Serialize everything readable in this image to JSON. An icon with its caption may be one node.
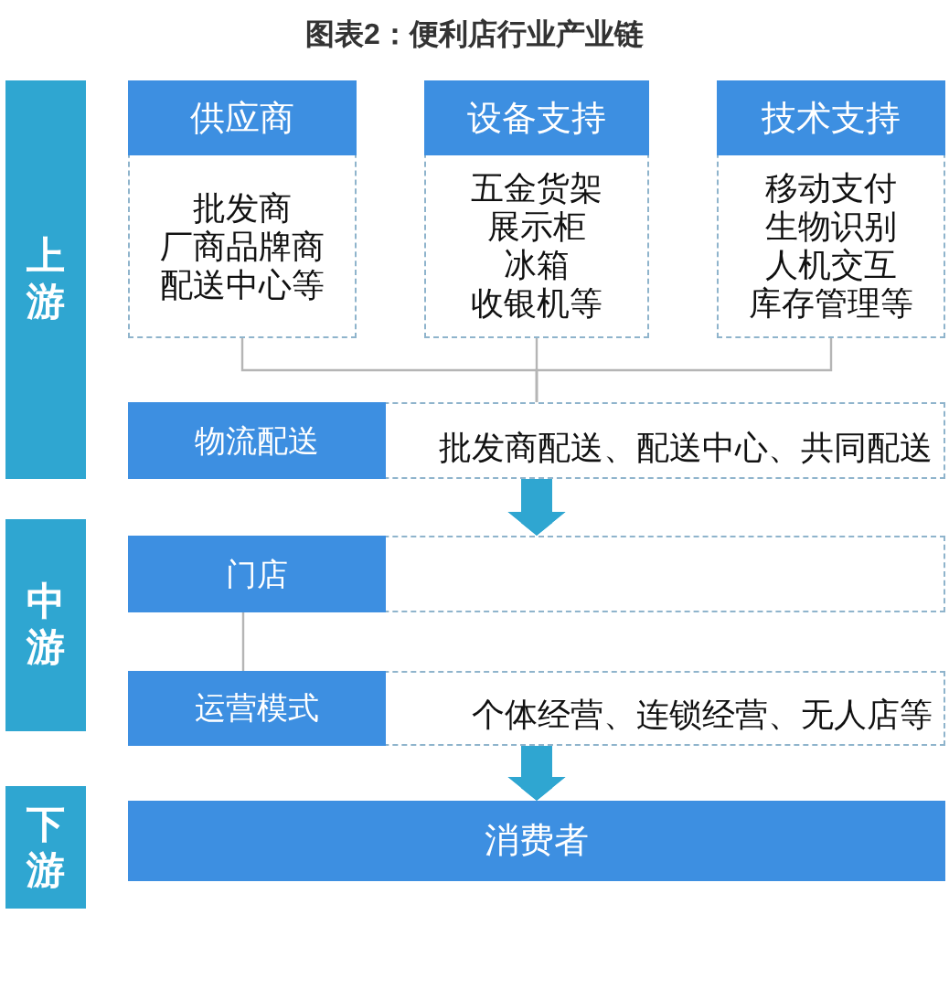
{
  "diagram": {
    "title": "图表2：便利店行业产业链",
    "nodes": [
      {
        "text": [
          "上游"
        ]
      },
      {
        "text": [
          "供应商",
          "批发商",
          "厂商品牌商",
          "配送中心等"
        ]
      },
      {
        "text": [
          "设备支持",
          "五金货架",
          "展示柜",
          "冰箱",
          "收银机等"
        ]
      },
      {
        "text": [
          "技术支持",
          "移动支付",
          "生物识别",
          "人机交互",
          "库存管理等"
        ]
      },
      {
        "text": [
          "物流配送",
          "批发商配送、配送中心、共同配送"
        ]
      },
      {
        "text": [
          "中游"
        ]
      },
      {
        "text": [
          "门店"
        ]
      },
      {
        "text": [
          "运营模式",
          "个体经营、连锁经营、无人店等"
        ]
      },
      {
        "text": [
          "下游"
        ]
      },
      {
        "text": [
          "消费者"
        ]
      }
    ],
    "edges": [
      {
        "from": 1,
        "to": 4,
        "arrow": "none"
      },
      {
        "from": 2,
        "to": 4,
        "arrow": "none"
      },
      {
        "from": 3,
        "to": 4,
        "arrow": "none"
      },
      {
        "from": 4,
        "to": 6,
        "arrow": "to",
        "style": "thick",
        "color": "#2fa6d1"
      },
      {
        "from": 6,
        "to": 7,
        "arrow": "none"
      },
      {
        "from": 7,
        "to": 9,
        "arrow": "to",
        "style": "thick",
        "color": "#2fa6d1"
      }
    ]
  }
}
